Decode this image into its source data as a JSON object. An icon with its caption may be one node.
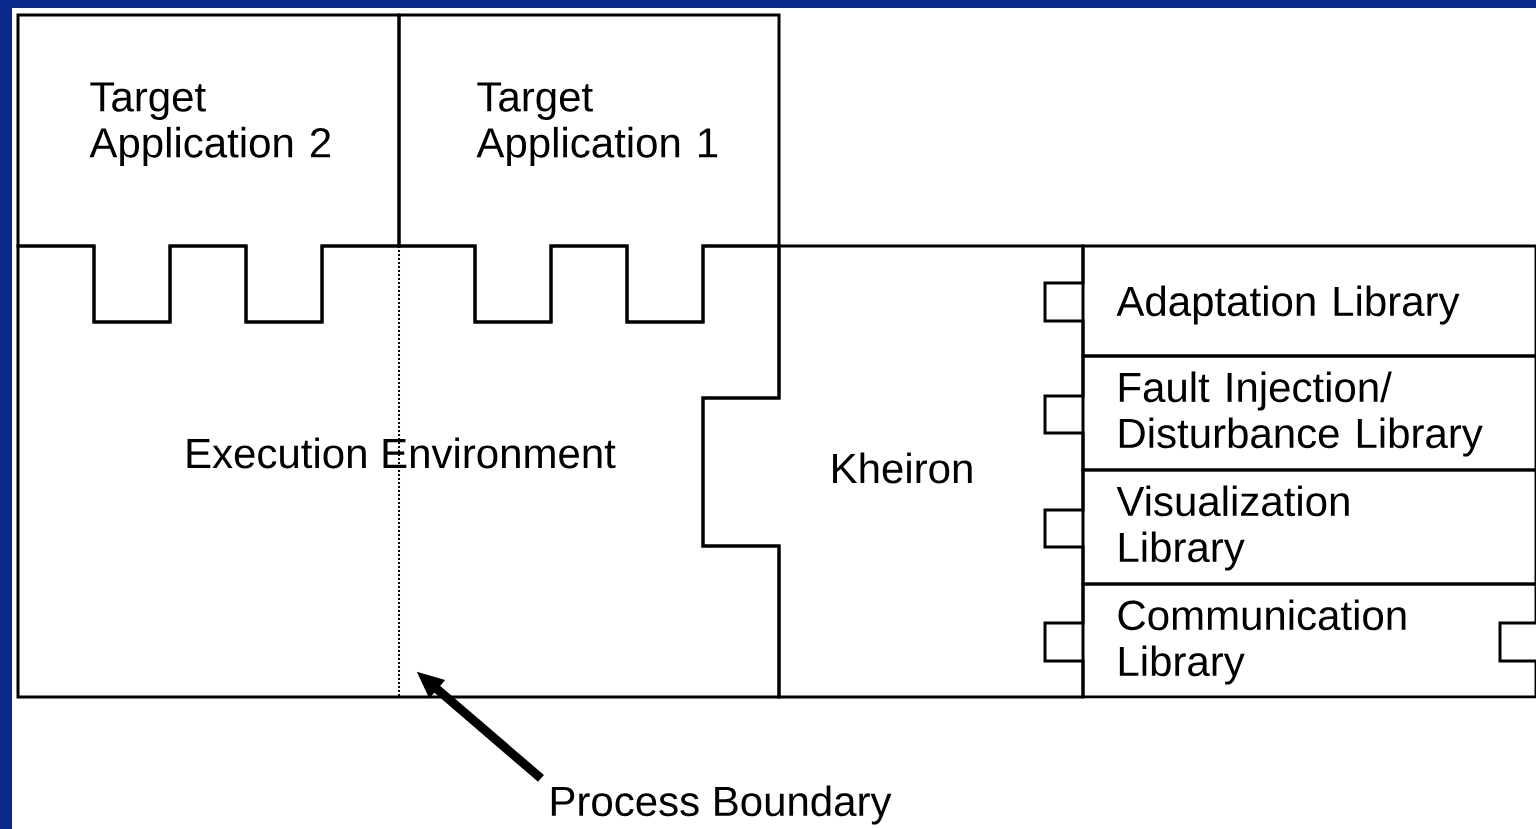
{
  "diagram": {
    "nodes": [
      {
        "text": [
          "Target Application 2"
        ]
      },
      {
        "text": [
          "Target Application 1"
        ]
      },
      {
        "text": [
          "Execution Environment"
        ]
      },
      {
        "text": [
          "Kheiron"
        ]
      },
      {
        "text": [
          "Adaptation Library"
        ]
      },
      {
        "text": [
          "Fault Injection/ Disturbance Library"
        ]
      },
      {
        "text": [
          "Visualization Library"
        ]
      },
      {
        "text": [
          "Communication Library"
        ]
      },
      {
        "text": [
          "Process Boundary"
        ]
      }
    ],
    "edges": [
      {
        "from": 8,
        "to": 2,
        "arrow": "to"
      }
    ]
  }
}
